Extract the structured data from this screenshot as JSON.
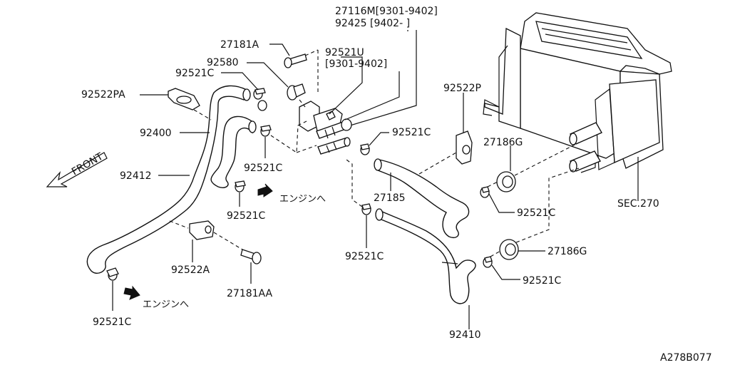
{
  "header": {
    "line1": "27116M[9301-9402]",
    "line2": "92425 [9402-     ]"
  },
  "labels": {
    "p27181A": "27181A",
    "p92521U": "92521U",
    "p92521U_range": "[9301-9402]",
    "p92580": "92580",
    "p92521C_top": "92521C",
    "p92522PA": "92522PA",
    "p92400": "92400",
    "p92412": "92412",
    "p92521C_mid": "92521C",
    "p92521C_lower": "92521C",
    "p92522A": "92522A",
    "p27181AA": "27181AA",
    "p92521C_bottom": "92521C",
    "p92522P": "92522P",
    "p92521C_right1": "92521C",
    "p27186G_top": "27186G",
    "p27185": "27185",
    "p92521C_right2": "92521C",
    "p92521C_center": "92521C",
    "p27186G_bottom": "27186G",
    "p92521C_right3": "92521C",
    "p92410": "92410",
    "sec270": "SEC.270"
  },
  "annotations": {
    "front": "FRONT",
    "engine_upper": "エンジンへ",
    "engine_lower": "エンジンへ"
  },
  "footer": {
    "figure_id": "A278B077"
  }
}
